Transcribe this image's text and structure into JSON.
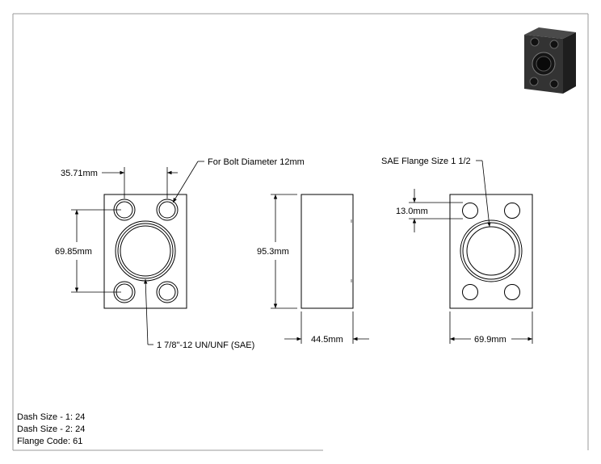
{
  "labels": {
    "bolt_spacing": "35.71mm",
    "bolt_note": "For Bolt Diameter 12mm",
    "vertical_spacing": "69.85mm",
    "thread_note": "1 7/8\"-12 UN/UNF (SAE)",
    "height": "95.3mm",
    "thickness": "44.5mm",
    "flange_size_note": "SAE Flange Size 1 1/2",
    "offset": "13.0mm",
    "width": "69.9mm"
  },
  "info": {
    "dash_size_1": "Dash Size - 1: 24",
    "dash_size_2": "Dash Size - 2: 24",
    "flange_code": "Flange Code: 61"
  },
  "colors": {
    "line": "#000000",
    "frame": "#999999",
    "part_body": "#2a2a2a"
  }
}
